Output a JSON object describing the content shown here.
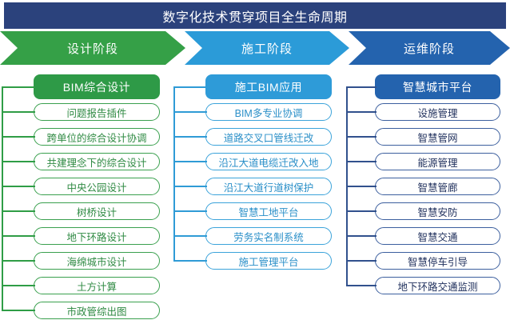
{
  "header": {
    "title": "数字化技术贯穿项目全生命周期",
    "bg_color": "#2b427c"
  },
  "phases": [
    {
      "label": "设计阶段",
      "color": "#35a047"
    },
    {
      "label": "施工阶段",
      "color": "#2b9bd8"
    },
    {
      "label": "运维阶段",
      "color": "#2463ae"
    }
  ],
  "columns": [
    {
      "head": "BIM综合设计",
      "head_color": "#2e9a47",
      "accent": "#3aa04e",
      "items": [
        "问题报告插件",
        "跨单位的综合设计协调",
        "共建理念下的综合设计",
        "中央公园设计",
        "树桥设计",
        "地下环路设计",
        "海绵城市设计",
        "土方计算",
        "市政管综出图"
      ]
    },
    {
      "head": "施工BIM应用",
      "head_color": "#2e9bd8",
      "accent": "#3ba3da",
      "items": [
        "BIM多专业协调",
        "道路交叉口管线迁改",
        "沿江大道电缆迁改入地",
        "沿江大道行道树保护",
        "智慧工地平台",
        "劳务实名制系统",
        "施工管理平台"
      ]
    },
    {
      "head": "智慧城市平台",
      "head_color": "#2463ae",
      "accent": "#3c5f9e",
      "items": [
        "设施管理",
        "智慧管网",
        "能源管理",
        "智慧管廊",
        "智慧安防",
        "智慧交通",
        "智慧停车引导",
        "地下环路交通监测"
      ]
    }
  ]
}
